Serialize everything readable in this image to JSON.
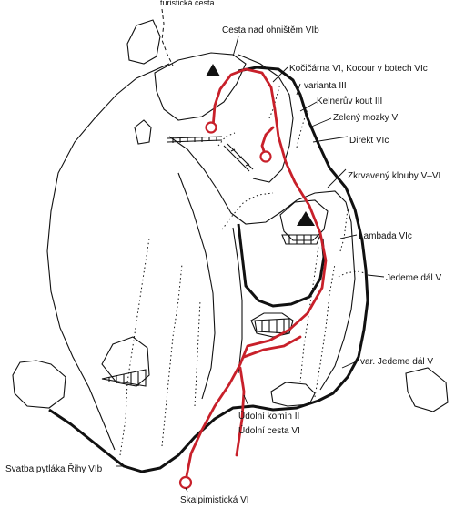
{
  "labels": {
    "turisticka_cesta": "turistická cesta",
    "cesta_nad_ohnistem": "Cesta nad ohništěm VIb",
    "kocicarna": "Kočičárna VI, Kocour v botech VIc",
    "varianta": "varianta III",
    "kelneruv_kout": "Kelnerův kout III",
    "zeleny_mozky": "Zelený mozky VI",
    "direkt": "Direkt VIc",
    "zkrvaveny_klouby": "Zkrvavený klouby V–VI",
    "lambada": "Lambada VIc",
    "jedeme_dal": "Jedeme dál V",
    "var_jedeme_dal": "var. Jedeme dál V",
    "udolni_komin": "Údolní komín II",
    "udolni_cesta": "Údolní cesta VI",
    "svatba": "Svatba pytláka Řihy VIb",
    "skalpimisticka": "Skalpimistická VI"
  },
  "colors": {
    "ink": "#111111",
    "route_highlight": "#c8202a",
    "background": "#ffffff"
  },
  "icons": {
    "summit_marker_top": "triangle-summit-icon",
    "summit_marker_mid": "triangle-summit-icon",
    "route_start": "circle-ring-icon"
  }
}
